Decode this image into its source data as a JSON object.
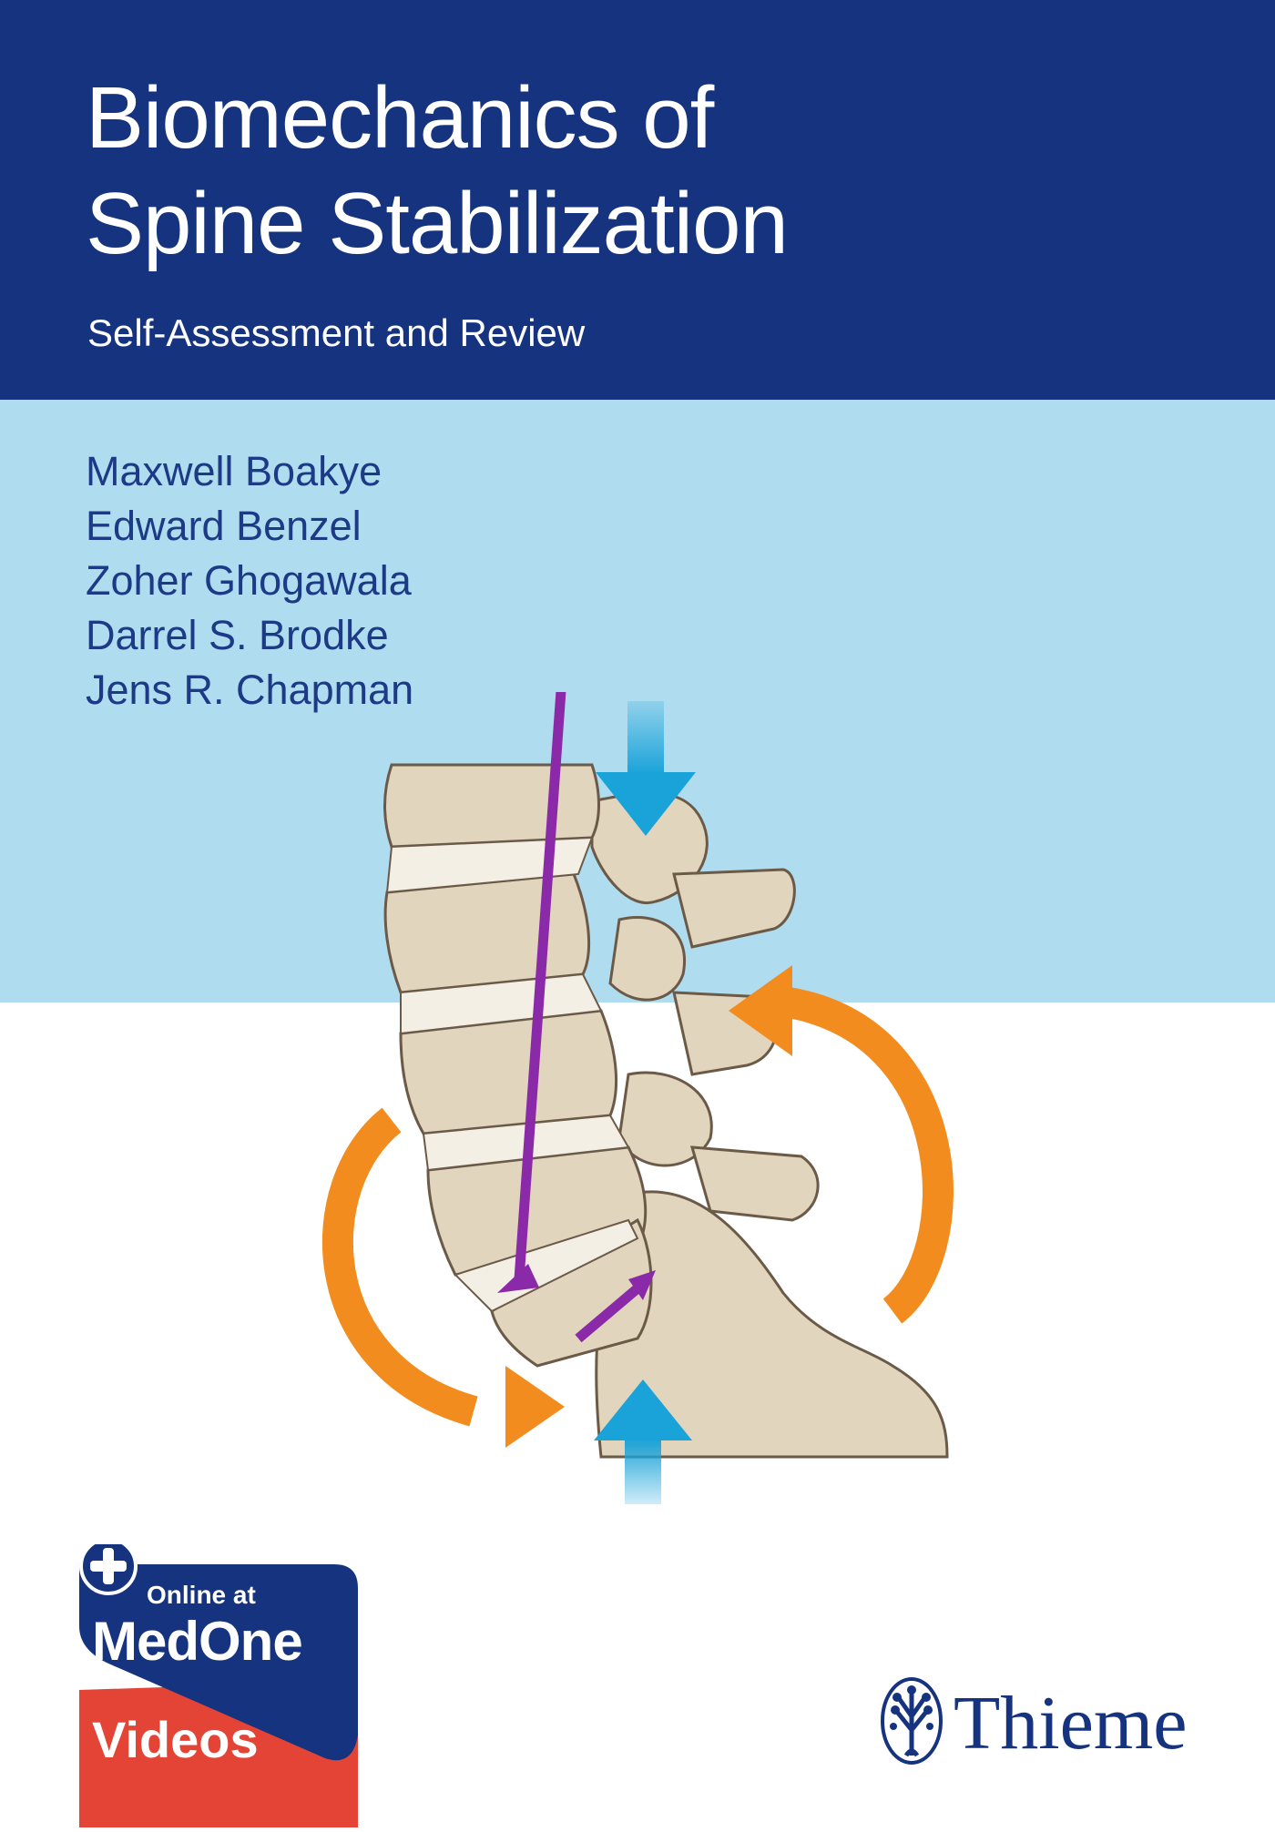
{
  "cover": {
    "title_line1": "Biomechanics of",
    "title_line2": "Spine Stabilization",
    "subtitle": "Self-Assessment and Review",
    "authors": [
      "Maxwell Boakye",
      "Edward Benzel",
      "Zoher Ghogawala",
      "Darrel S. Brodke",
      "Jens R. Chapman"
    ]
  },
  "badge": {
    "line1": "Online at",
    "line2": "MedOne",
    "line3": "Videos",
    "icon": "plus-circle-icon"
  },
  "publisher": {
    "name": "Thieme",
    "icon": "tree-logo-icon"
  },
  "colors": {
    "header": "#15337e",
    "band": "#b0dcf0",
    "author_text": "#1d3a86",
    "bone": "#e2d5bd",
    "orange_arrow": "#f28c1f",
    "blue_arrow": "#1aa3d9",
    "purple_arrow": "#8a2aa8",
    "badge_red": "#e34435"
  }
}
